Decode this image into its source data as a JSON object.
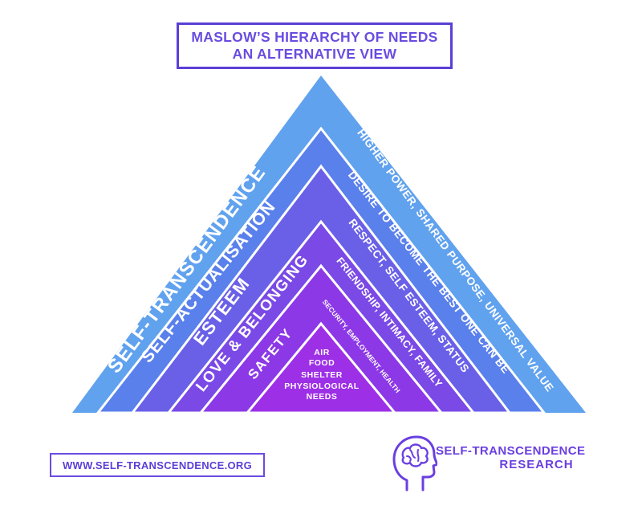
{
  "title": {
    "line1": "MASLOW’S HIERARCHY OF NEEDS",
    "line2": "AN ALTERNATIVE VIEW"
  },
  "levels": [
    {
      "name": "SELF-TRANSCENDENCE",
      "description": "HIGHER POWER, SHARED PURPOSE, UNIVERSAL VALUE",
      "color": "#61a2ee"
    },
    {
      "name": "SELF-ACTUALISATION",
      "description": "DESIRE TO BECOME THE BEST ONE CAN BE",
      "color": "#5a80ec"
    },
    {
      "name": "ESTEEM",
      "description": "RESPECT, SELF ESTEEM, STATUS",
      "color": "#6a60e8"
    },
    {
      "name": "LOVE & BELONGING",
      "description": "FRIENDSHIP, INTIMACY, FAMILY",
      "color": "#7a49e6"
    },
    {
      "name": "SAFETY",
      "description": "SECURITY, EMPLOYMENT, HEALTH",
      "color": "#8c38e6"
    }
  ],
  "base": {
    "color": "#9d2fe6",
    "lines": [
      "AIR",
      "FOOD",
      "SHELTER",
      "PHYSIOLOGICAL",
      "NEEDS"
    ]
  },
  "website": "WWW.SELF-TRANSCENDENCE.ORG",
  "logo": {
    "line1": "SELF-TRANSCENDENCE",
    "line2": "RESEARCH",
    "icon": "head-brain-icon"
  },
  "colors": {
    "accent": "#6a4ce0",
    "separator": "#ffffff"
  }
}
